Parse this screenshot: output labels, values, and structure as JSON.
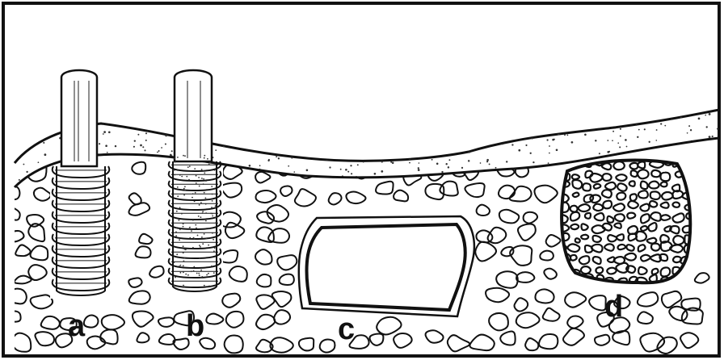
{
  "labels": {
    "a": "a",
    "b": "b",
    "c": "c",
    "d": "d"
  },
  "colors": {
    "ink": "#111111",
    "background": "#ffffff"
  }
}
